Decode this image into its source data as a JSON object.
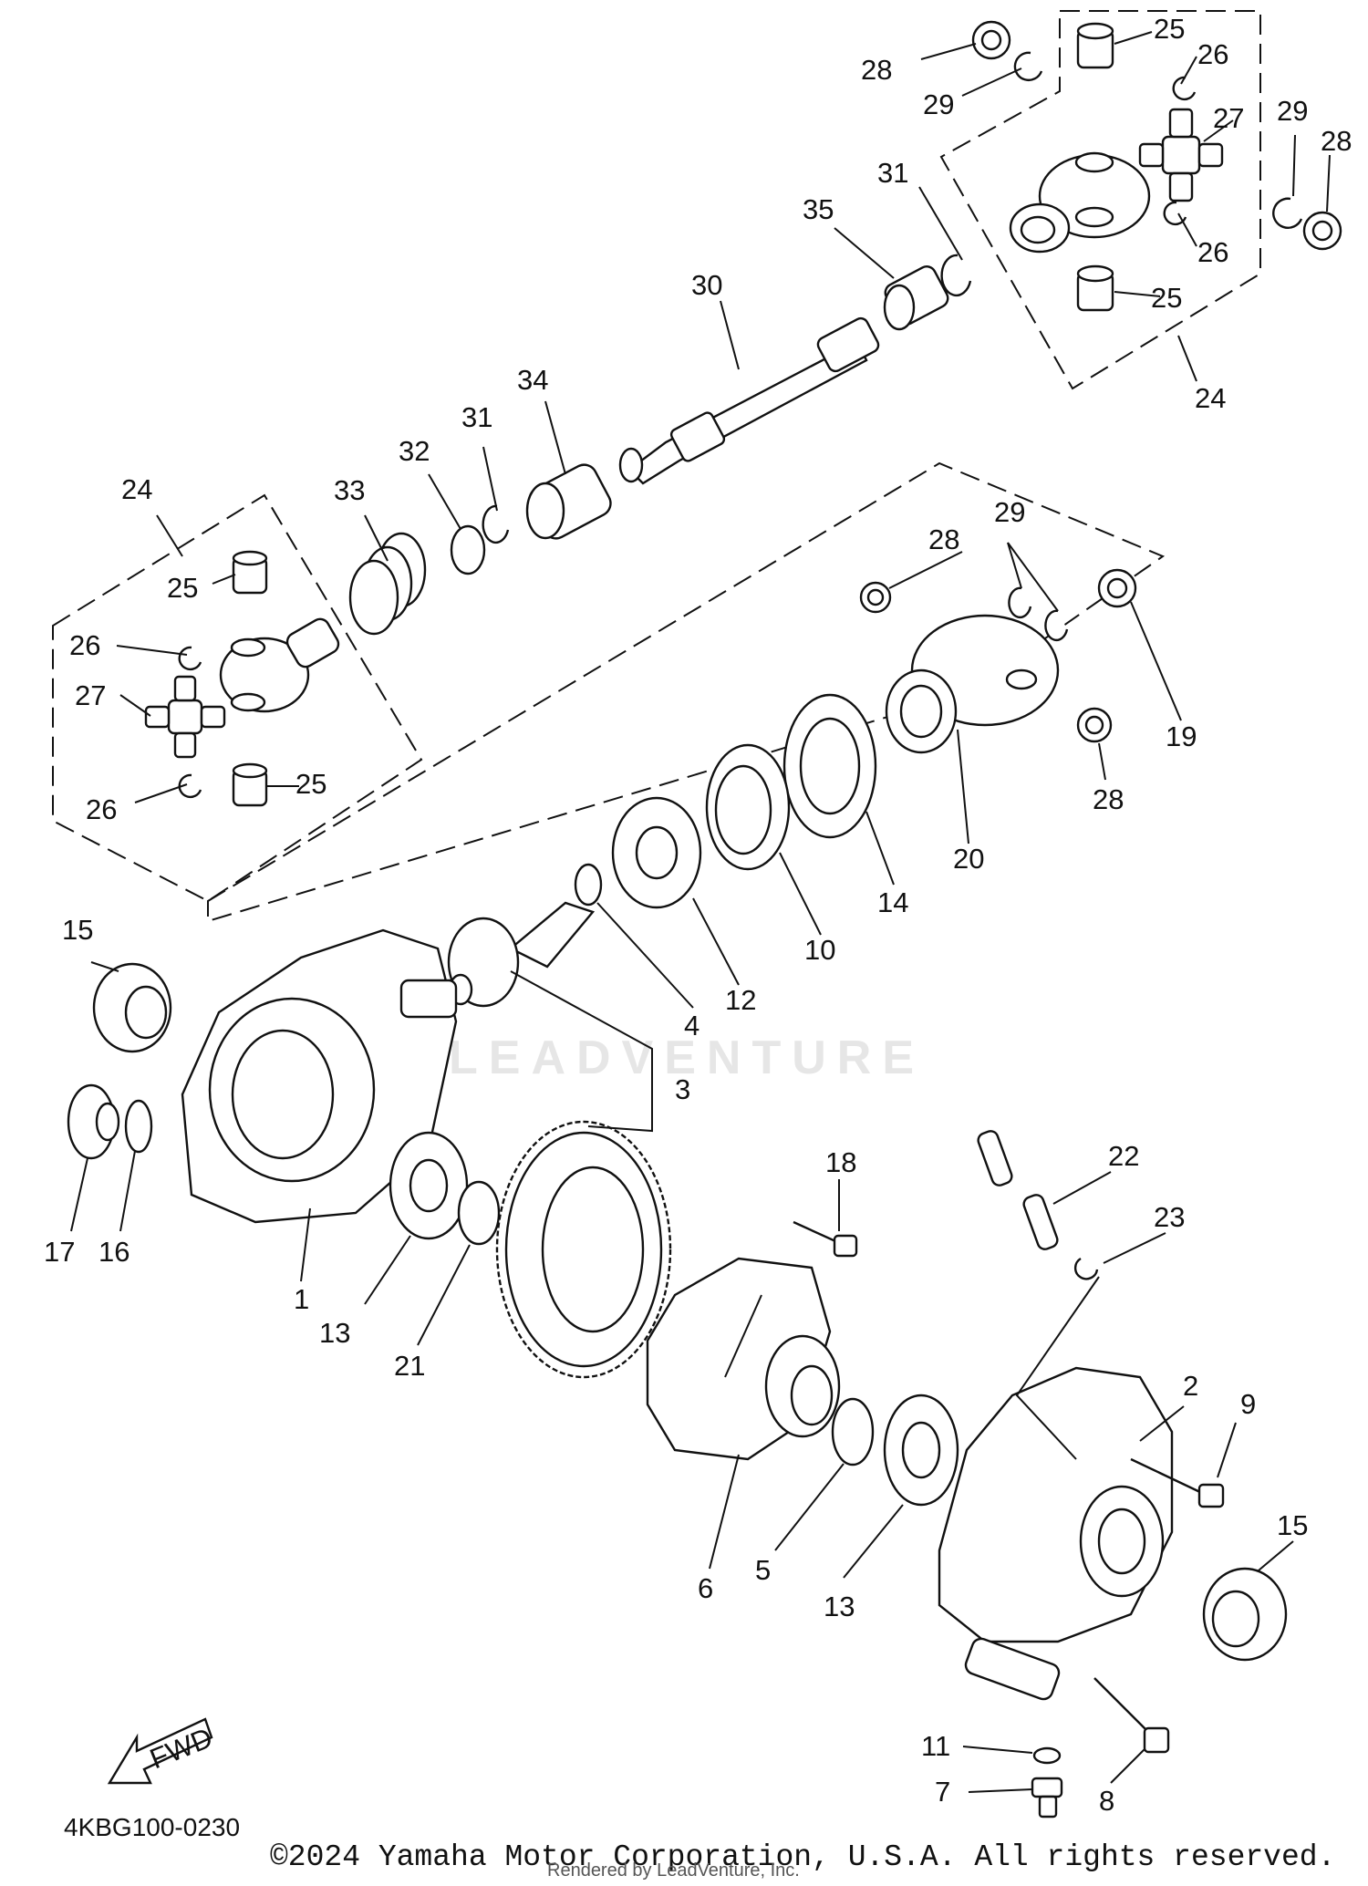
{
  "diagram_code": "4KBG100-0230",
  "copyright": "©2024 Yamaha Motor Corporation, U.S.A. All rights reserved.",
  "rendered_by": "Rendered by LeadVenture, Inc.",
  "watermark": "LEADVENTURE",
  "fwd_label": "FWD",
  "callouts": [
    "1",
    "2",
    "3",
    "4",
    "5",
    "6",
    "7",
    "8",
    "9",
    "10",
    "11",
    "12",
    "13",
    "14",
    "15",
    "16",
    "17",
    "18",
    "19",
    "20",
    "21",
    "22",
    "23",
    "24",
    "25",
    "26",
    "27",
    "28",
    "29",
    "30",
    "31",
    "32",
    "33",
    "34",
    "35"
  ]
}
